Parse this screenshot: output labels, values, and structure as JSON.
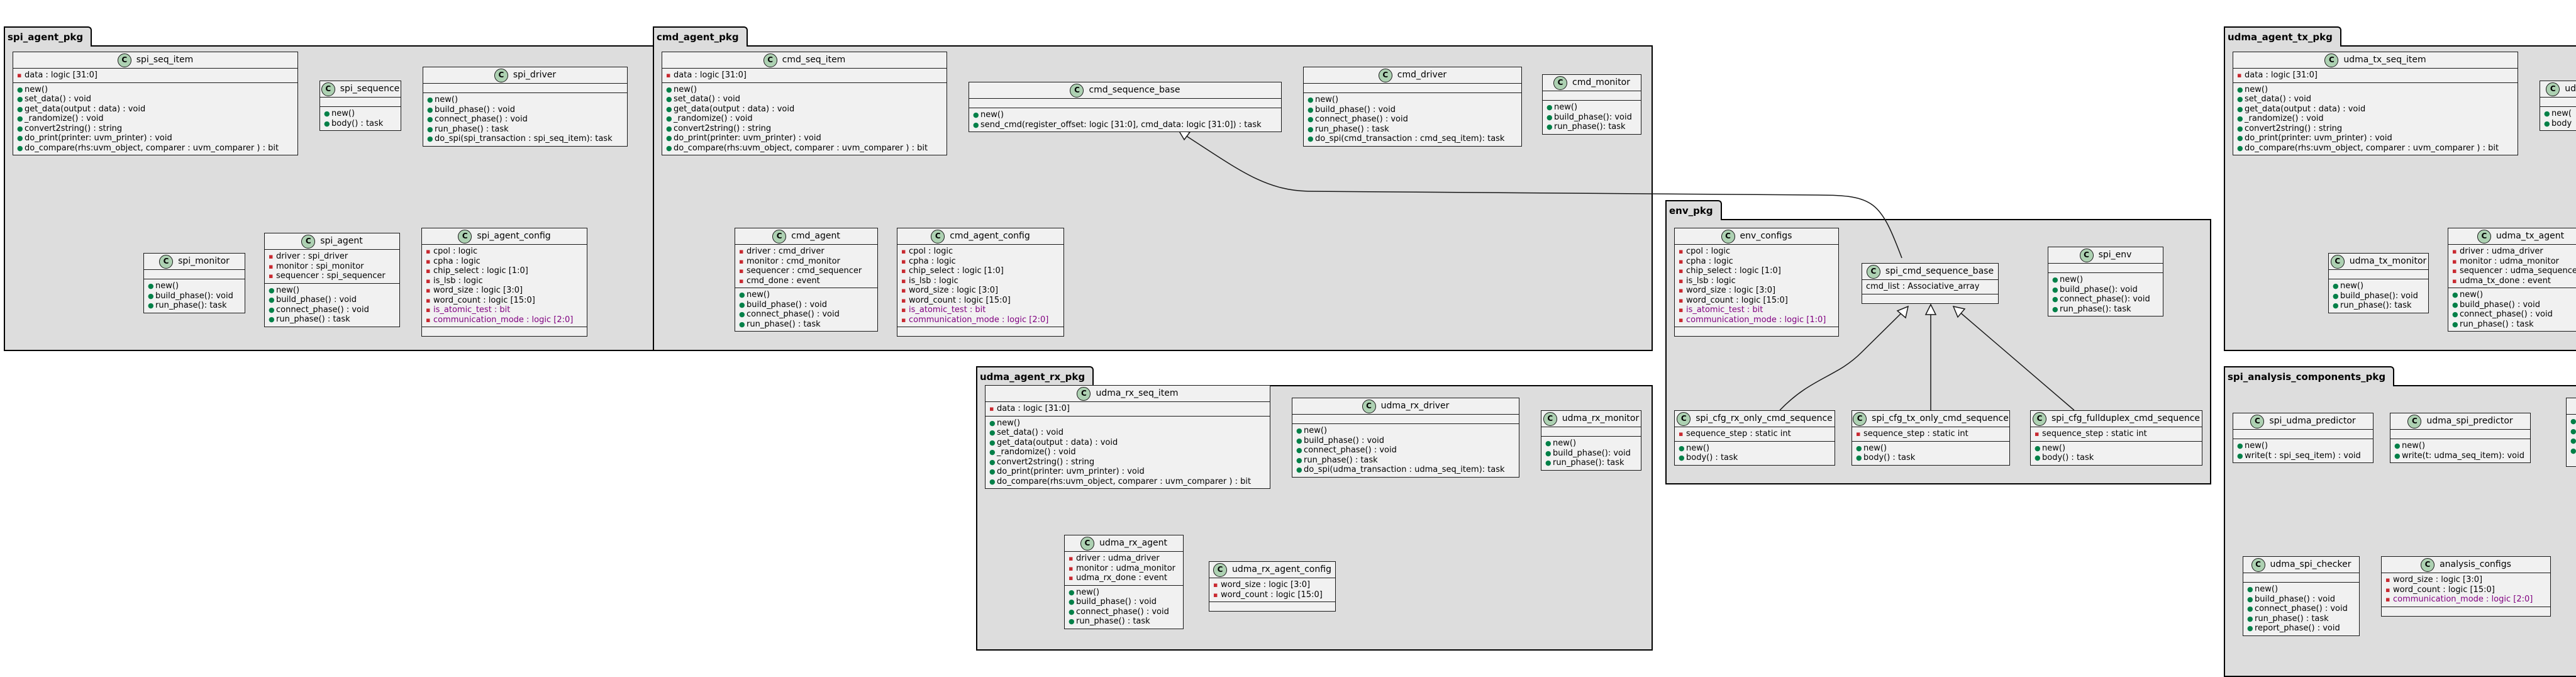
{
  "packages": {
    "spi_agent_pkg": "spi_agent_pkg",
    "cmd_agent_pkg": "cmd_agent_pkg",
    "env_pkg": "env_pkg",
    "udma_agent_rx_pkg": "udma_agent_rx_pkg",
    "udma_agent_tx_pkg": "udma_agent_tx_pkg",
    "spi_analysis_components_pkg": "spi_analysis_components_pkg"
  },
  "classes": {
    "spi_seq_item": {
      "name": "spi_seq_item",
      "attrs": [
        "data : logic [31:0]"
      ],
      "methods": [
        "new()",
        "set_data() : void",
        "get_data(output : data) : void",
        "_randomize() : void",
        "convert2string() : string",
        "do_print(printer: uvm_printer) : void",
        "do_compare(rhs:uvm_object, comparer : uvm_comparer ) : bit"
      ]
    },
    "spi_sequence": {
      "name": "spi_sequence",
      "attrs": [],
      "methods": [
        "new()",
        "body() : task"
      ]
    },
    "spi_driver": {
      "name": "spi_driver",
      "attrs": [],
      "methods": [
        "new()",
        "build_phase() : void",
        "connect_phase() : void",
        "run_phase() : task",
        "do_spi(spi_transaction : spi_seq_item): task"
      ]
    },
    "spi_monitor": {
      "name": "spi_monitor",
      "attrs": [],
      "methods": [
        "new()",
        "build_phase(): void",
        "run_phase(): task"
      ]
    },
    "spi_agent": {
      "name": "spi_agent",
      "attrs": [
        "driver : spi_driver",
        "monitor : spi_monitor",
        "sequencer : spi_sequencer"
      ],
      "methods": [
        "new()",
        "build_phase() : void",
        "connect_phase() : void",
        "run_phase() : task"
      ]
    },
    "spi_agent_config": {
      "name": "spi_agent_config",
      "attrs": [
        "cpol : logic",
        "cpha : logic",
        "chip_select : logic [1:0]",
        "is_lsb : logic",
        "word_size : logic [3:0]",
        "word_count : logic [15:0]",
        "is_atomic_test : bit",
        "communication_mode : logic [2:0]"
      ],
      "methods": []
    },
    "cmd_seq_item": {
      "name": "cmd_seq_item",
      "attrs": [
        "data : logic [31:0]"
      ],
      "methods": [
        "new()",
        "set_data() : void",
        "get_data(output : data) : void",
        "_randomize() : void",
        "convert2string() : string",
        "do_print(printer: uvm_printer) : void",
        "do_compare(rhs:uvm_object, comparer : uvm_comparer ) : bit"
      ]
    },
    "cmd_sequence_base": {
      "name": "cmd_sequence_base",
      "attrs": [],
      "methods": [
        "new()",
        "send_cmd(register_offset: logic [31:0], cmd_data: logic [31:0]) : task"
      ]
    },
    "cmd_driver": {
      "name": "cmd_driver",
      "attrs": [],
      "methods": [
        "new()",
        "build_phase() : void",
        "connect_phase() : void",
        "run_phase() : task",
        "do_spi(cmd_transaction : cmd_seq_item): task"
      ]
    },
    "cmd_monitor": {
      "name": "cmd_monitor",
      "attrs": [],
      "methods": [
        "new()",
        "build_phase(): void",
        "run_phase(): task"
      ]
    },
    "cmd_agent": {
      "name": "cmd_agent",
      "attrs": [
        "driver : cmd_driver",
        "monitor : cmd_monitor",
        "sequencer : cmd_sequencer",
        "cmd_done : event"
      ],
      "methods": [
        "new()",
        "build_phase() : void",
        "connect_phase() : void",
        "run_phase() : task"
      ]
    },
    "cmd_agent_config": {
      "name": "cmd_agent_config",
      "attrs": [
        "cpol : logic",
        "cpha : logic",
        "chip_select : logic [1:0]",
        "is_lsb : logic",
        "word_size : logic [3:0]",
        "word_count : logic [15:0]",
        "is_atomic_test : bit",
        "communication_mode : logic [2:0]"
      ],
      "methods": []
    },
    "env_configs": {
      "name": "env_configs",
      "attrs": [
        "cpol : logic",
        "cpha : logic",
        "chip_select : logic [1:0]",
        "is_lsb : logic",
        "word_size : logic [3:0]",
        "word_count : logic [15:0]",
        "is_atomic_test : bit",
        "communication_mode : logic [1:0]"
      ],
      "methods": []
    },
    "spi_cmd_sequence_base": {
      "name": "spi_cmd_sequence_base",
      "attrs": [
        "cmd_list : Associative_array"
      ],
      "methods": []
    },
    "spi_env": {
      "name": "spi_env",
      "attrs": [],
      "methods": [
        "new()",
        "build_phase(): void",
        "connect_phase(): void",
        "run_phase(): task"
      ]
    },
    "spi_cfg_rx_only_cmd_sequence": {
      "name": "spi_cfg_rx_only_cmd_sequence",
      "attrs": [
        "sequence_step : static int"
      ],
      "methods": [
        "new()",
        "body() : task"
      ]
    },
    "spi_cfg_tx_only_cmd_sequence": {
      "name": "spi_cfg_tx_only_cmd_sequence",
      "attrs": [
        "sequence_step : static int"
      ],
      "methods": [
        "new()",
        "body() : task"
      ]
    },
    "spi_cfg_fullduplex_cmd_sequence": {
      "name": "spi_cfg_fullduplex_cmd_sequence",
      "attrs": [
        "sequence_step : static int"
      ],
      "methods": [
        "new()",
        "body() : task"
      ]
    },
    "udma_rx_seq_item": {
      "name": "udma_rx_seq_item",
      "attrs": [
        "data : logic [31:0]"
      ],
      "methods": [
        "new()",
        "set_data() : void",
        "get_data(output : data) : void",
        "_randomize() : void",
        "convert2string() : string",
        "do_print(printer: uvm_printer) : void",
        "do_compare(rhs:uvm_object, comparer : uvm_comparer ) : bit"
      ]
    },
    "udma_rx_driver": {
      "name": "udma_rx_driver",
      "attrs": [],
      "methods": [
        "new()",
        "build_phase() : void",
        "connect_phase() : void",
        "run_phase() : task",
        "do_spi(udma_transaction : udma_seq_item): task"
      ]
    },
    "udma_rx_monitor": {
      "name": "udma_rx_monitor",
      "attrs": [],
      "methods": [
        "new()",
        "build_phase(): void",
        "run_phase(): task"
      ]
    },
    "udma_rx_agent": {
      "name": "udma_rx_agent",
      "attrs": [
        "driver : udma_driver",
        "monitor : udma_monitor",
        "udma_rx_done : event"
      ],
      "methods": [
        "new()",
        "build_phase() : void",
        "connect_phase() : void",
        "run_phase() : task"
      ]
    },
    "udma_rx_agent_config": {
      "name": "udma_rx_agent_config",
      "attrs": [
        "word_size : logic [3:0]",
        "word_count : logic [15:0]"
      ],
      "methods": []
    },
    "udma_tx_seq_item": {
      "name": "udma_tx_seq_item",
      "attrs": [
        "data : logic [31:0]"
      ],
      "methods": [
        "new()",
        "set_data() : void",
        "get_data(output : data) : void",
        "_randomize() : void",
        "convert2string() : string",
        "do_print(printer: uvm_printer) : void",
        "do_compare(rhs:uvm_object, comparer : uvm_comparer ) : bit"
      ]
    },
    "udma_tx_seq_partial": {
      "name": "udm",
      "attrs": [],
      "methods": [
        "new(",
        "body"
      ]
    },
    "udma_tx_monitor": {
      "name": "udma_tx_monitor",
      "attrs": [],
      "methods": [
        "new()",
        "build_phase(): void",
        "run_phase(): task"
      ]
    },
    "udma_tx_agent": {
      "name": "udma_tx_agent",
      "attrs": [
        "driver : udma_driver",
        "monitor : udma_monitor",
        "sequencer : udma_sequencer",
        "udma_tx_done : event"
      ],
      "methods": [
        "new()",
        "build_phase() : void",
        "connect_phase() : void",
        "run_phase() : task"
      ]
    },
    "spi_udma_predictor": {
      "name": "spi_udma_predictor",
      "attrs": [],
      "methods": [
        "new()",
        "write(t : spi_seq_item) : void"
      ]
    },
    "udma_spi_predictor": {
      "name": "udma_spi_predictor",
      "attrs": [],
      "methods": [
        "new()",
        "write(t: udma_seq_item): void"
      ]
    },
    "analysis_partial": {
      "name": "",
      "attrs": [],
      "methods": [
        "",
        "",
        "",
        ""
      ]
    },
    "udma_spi_checker": {
      "name": "udma_spi_checker",
      "attrs": [],
      "methods": [
        "new()",
        "build_phase() : void",
        "connect_phase() : void",
        "run_phase() : task",
        "report_phase() : void"
      ]
    },
    "analysis_configs": {
      "name": "analysis_configs",
      "attrs": [
        "word_size : logic [3:0]",
        "word_count : logic [15:0]",
        "communication_mode : logic [2:0]"
      ],
      "methods": []
    }
  },
  "colors": {
    "package_fill": "#dddddd",
    "class_fill": "#f1f1f1",
    "class_badge": "#add1b2",
    "private_marker": "#c82930",
    "public_marker": "#038048",
    "highlight_attr": "#800080"
  }
}
